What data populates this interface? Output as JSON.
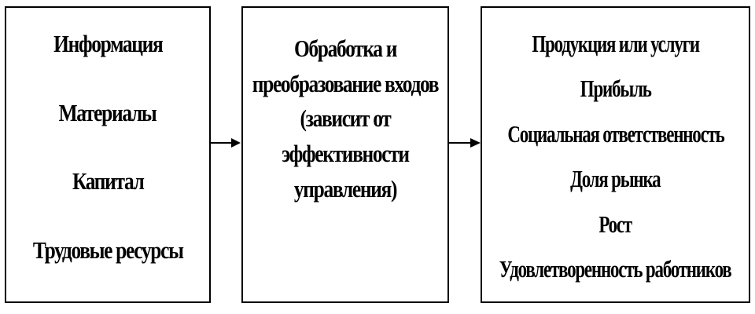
{
  "inputs": {
    "items": [
      "Информация",
      "Материалы",
      "Капитал",
      "Трудовые ресурсы"
    ]
  },
  "process": {
    "lines": [
      "Обработка и",
      "преобразование входов",
      "(зависит от",
      "эффективности",
      "управления)"
    ]
  },
  "outputs": {
    "items": [
      "Продукция или услуги",
      "Прибыль",
      "Социальная ответственность",
      "Доля рынка",
      "Рост",
      "Удовлетворенность работников"
    ]
  },
  "colors": {
    "line": "#000000",
    "background": "#ffffff"
  }
}
